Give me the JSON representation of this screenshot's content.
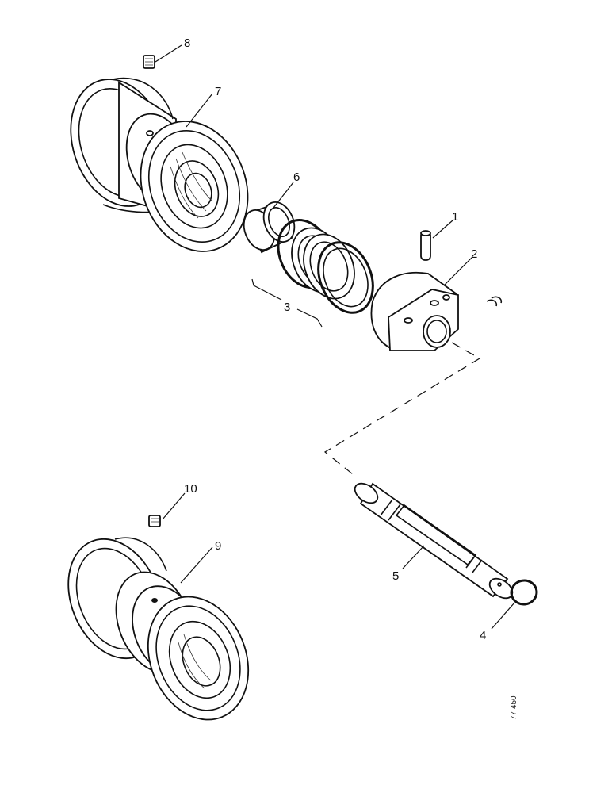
{
  "callouts": [
    {
      "id": "1",
      "text": "1"
    },
    {
      "id": "2",
      "text": "2"
    },
    {
      "id": "3",
      "text": "3"
    },
    {
      "id": "4",
      "text": "4"
    },
    {
      "id": "5",
      "text": "5"
    },
    {
      "id": "6",
      "text": "6"
    },
    {
      "id": "7",
      "text": "7"
    },
    {
      "id": "8",
      "text": "8"
    },
    {
      "id": "9",
      "text": "9"
    },
    {
      "id": "10",
      "text": "10"
    }
  ],
  "figure_code": "77 450"
}
